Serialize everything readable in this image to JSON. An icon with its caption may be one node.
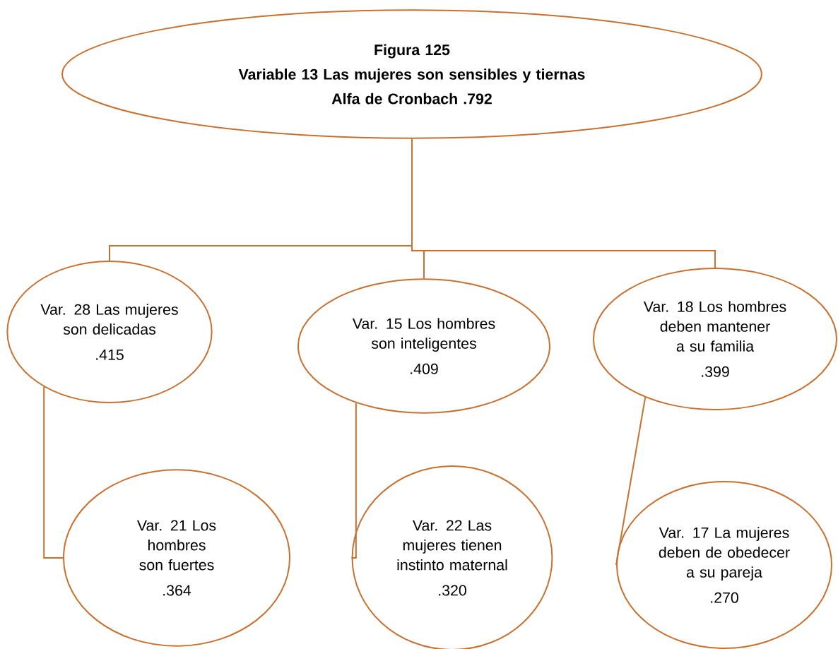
{
  "diagram": {
    "nodes": [
      {
        "text": [
          "Figura 125",
          "Variable 13 Las mujeres son sensibles y tiernas",
          "Alfa de Cronbach .792"
        ]
      },
      {
        "text": [
          "Var. 28 Las mujeres son delicadas",
          ".415"
        ]
      },
      {
        "text": [
          "Var. 15 Los hombres son inteligentes",
          ".409"
        ]
      },
      {
        "text": [
          "Var. 18 Los hombres deben mantener a su familia",
          ".399"
        ]
      },
      {
        "text": [
          "Var. 21 Los hombres son fuertes",
          ".364"
        ]
      },
      {
        "text": [
          "Var. 22 Las mujeres tienen instinto maternal",
          ".320"
        ]
      },
      {
        "text": [
          "Var. 17 La mujeres deben de obedecer a su pareja",
          ".270"
        ]
      }
    ],
    "edges": [
      {
        "from": 0,
        "to": 1,
        "arrow": "none"
      },
      {
        "from": 0,
        "to": 2,
        "arrow": "none"
      },
      {
        "from": 0,
        "to": 3,
        "arrow": "none"
      },
      {
        "from": 1,
        "to": 4,
        "arrow": "none"
      },
      {
        "from": 2,
        "to": 5,
        "arrow": "none"
      },
      {
        "from": 3,
        "to": 6,
        "arrow": "none"
      }
    ]
  }
}
